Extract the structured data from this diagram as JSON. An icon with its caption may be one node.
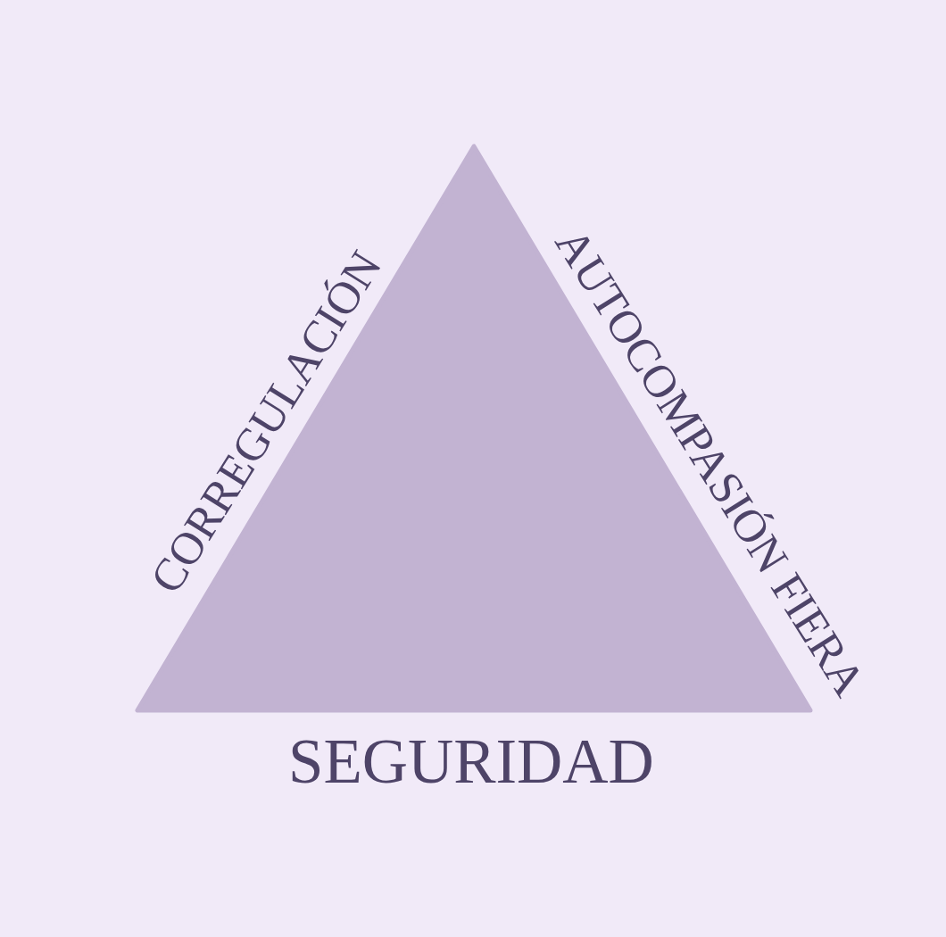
{
  "diagram": {
    "nodes": [
      {
        "text": [],
        "shape": "triangle",
        "beside": [
          "CORREGULACIÓN",
          "AUTOCOMPASIÓN FIERA",
          "SEGURIDAD"
        ]
      }
    ]
  }
}
